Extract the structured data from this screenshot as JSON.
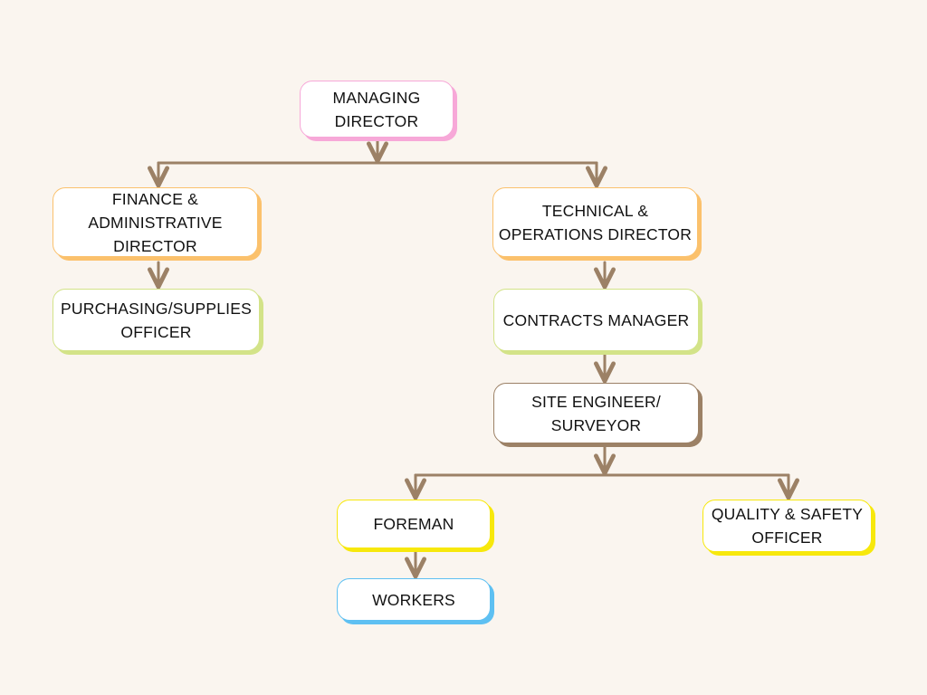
{
  "colors": {
    "background": "#faf5ef",
    "connector": "#9c8166",
    "pink": "#f7a8d8",
    "orange": "#fbc16c",
    "green": "#d3e388",
    "brown": "#9c8166",
    "yellow": "#f7e80c",
    "blue": "#5ec0f2"
  },
  "nodes": {
    "managing_director": "MANAGING\nDIRECTOR",
    "finance_director": "FINANCE &\nADMINISTRATIVE\nDIRECTOR",
    "technical_director": "TECHNICAL &\nOPERATIONS DIRECTOR",
    "purchasing_officer": "PURCHASING/SUPPLIES\nOFFICER",
    "contracts_manager": "CONTRACTS MANAGER",
    "site_engineer": "SITE ENGINEER/\nSURVEYOR",
    "foreman": "FOREMAN",
    "quality_safety_officer": "QUALITY & SAFETY\nOFFICER",
    "workers": "WORKERS"
  }
}
